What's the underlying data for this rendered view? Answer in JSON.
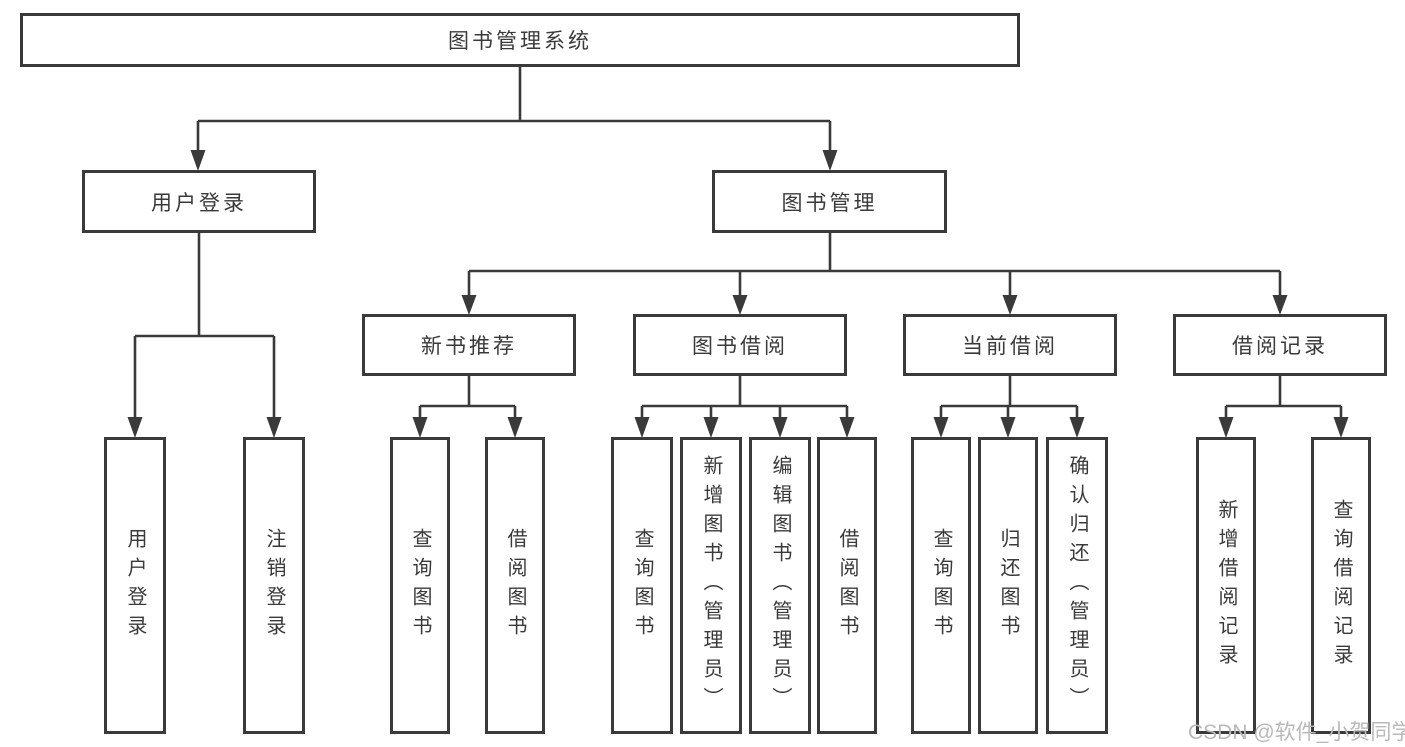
{
  "tree": {
    "label": "图书管理系统",
    "children": [
      {
        "label": "用户登录",
        "children": [
          {
            "label": "用户登录"
          },
          {
            "label": "注销登录"
          }
        ]
      },
      {
        "label": "图书管理",
        "children": [
          {
            "label": "新书推荐",
            "children": [
              {
                "label": "查询图书"
              },
              {
                "label": "借阅图书"
              }
            ]
          },
          {
            "label": "图书借阅",
            "children": [
              {
                "label": "查询图书"
              },
              {
                "label": "新增图书（管理员）"
              },
              {
                "label": "编辑图书（管理员）"
              },
              {
                "label": "借阅图书"
              }
            ]
          },
          {
            "label": "当前借阅",
            "children": [
              {
                "label": "查询图书"
              },
              {
                "label": "归还图书"
              },
              {
                "label": "确认归还（管理员）"
              }
            ]
          },
          {
            "label": "借阅记录",
            "children": [
              {
                "label": "新增借阅记录"
              },
              {
                "label": "查询借阅记录"
              }
            ]
          }
        ]
      }
    ]
  },
  "watermark": {
    "text": "CSDN @软件_小贺同学"
  },
  "colors": {
    "line": "#3a3a3a",
    "box_border": "#3a3a3a",
    "text": "#3a3a3a",
    "background": "#ffffff",
    "watermark": "#b9b9b9"
  }
}
